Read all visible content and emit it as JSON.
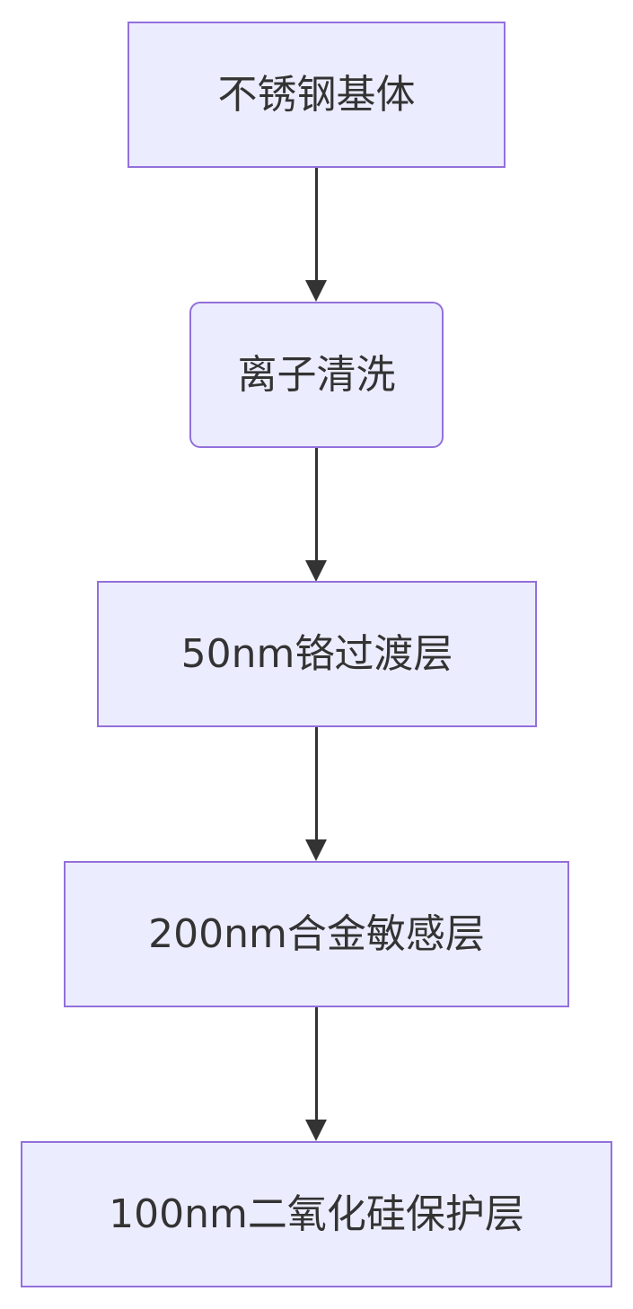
{
  "diagram": {
    "type": "flowchart",
    "direction": "top-to-bottom",
    "colors": {
      "node_fill": "#ececff",
      "node_border": "#9370db",
      "text": "#333333",
      "edge": "#333333",
      "background": "#ffffff"
    },
    "nodes": [
      {
        "id": "n1",
        "label": "不锈钢基体",
        "shape": "rect"
      },
      {
        "id": "n2",
        "label": "离子清洗",
        "shape": "rounded-rect"
      },
      {
        "id": "n3",
        "label": "50nm铬过渡层",
        "shape": "rect"
      },
      {
        "id": "n4",
        "label": "200nm合金敏感层",
        "shape": "rect"
      },
      {
        "id": "n5",
        "label": "100nm二氧化硅保护层",
        "shape": "rect"
      }
    ],
    "edges": [
      {
        "from": "n1",
        "to": "n2"
      },
      {
        "from": "n2",
        "to": "n3"
      },
      {
        "from": "n3",
        "to": "n4"
      },
      {
        "from": "n4",
        "to": "n5"
      }
    ]
  }
}
